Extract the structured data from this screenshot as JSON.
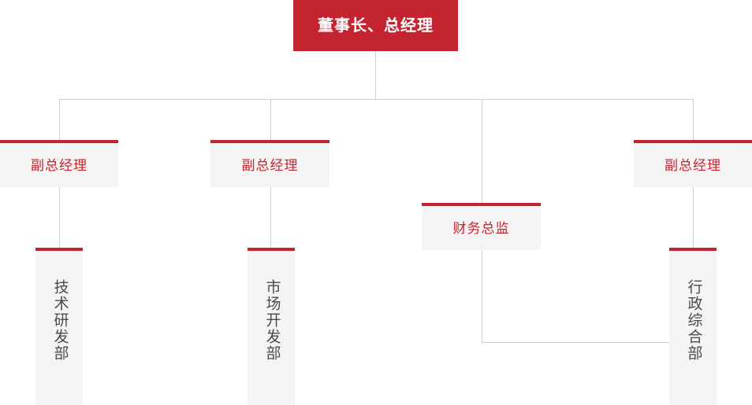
{
  "chart_title": "",
  "theme": {
    "accent_red": "#c4242f",
    "box_fill": "#f4f4f4",
    "line_gray": "#cccccc",
    "dept_text": "#4a4a4a",
    "top_text": "#ffffff"
  },
  "org": {
    "top": {
      "label": "董事长、总经理"
    },
    "managers": [
      {
        "label": "副总经理"
      },
      {
        "label": "副总经理"
      },
      {
        "label": "财务总监"
      },
      {
        "label": "副总经理"
      }
    ],
    "departments": [
      {
        "label": "技术研发部"
      },
      {
        "label": "市场开发部"
      },
      {
        "label": "行政综合部"
      }
    ]
  }
}
